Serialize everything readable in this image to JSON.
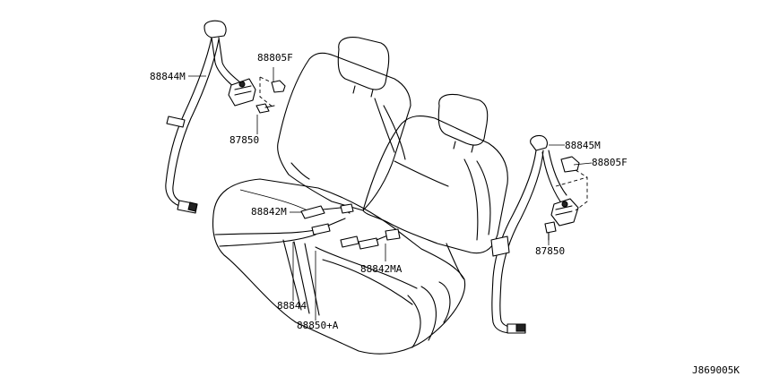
{
  "labels": {
    "belt_left": "88844M",
    "bolt_cover_left": "88805F",
    "bolt_left": "87850",
    "belt_right": "88845M",
    "bolt_cover_right": "88805F",
    "bolt_right": "87850",
    "buckle_left": "88842M",
    "buckle_center": "88842MA",
    "belt_center": "88844",
    "belt_center_assy": "88850+A",
    "diagram_code": "J869005K"
  }
}
